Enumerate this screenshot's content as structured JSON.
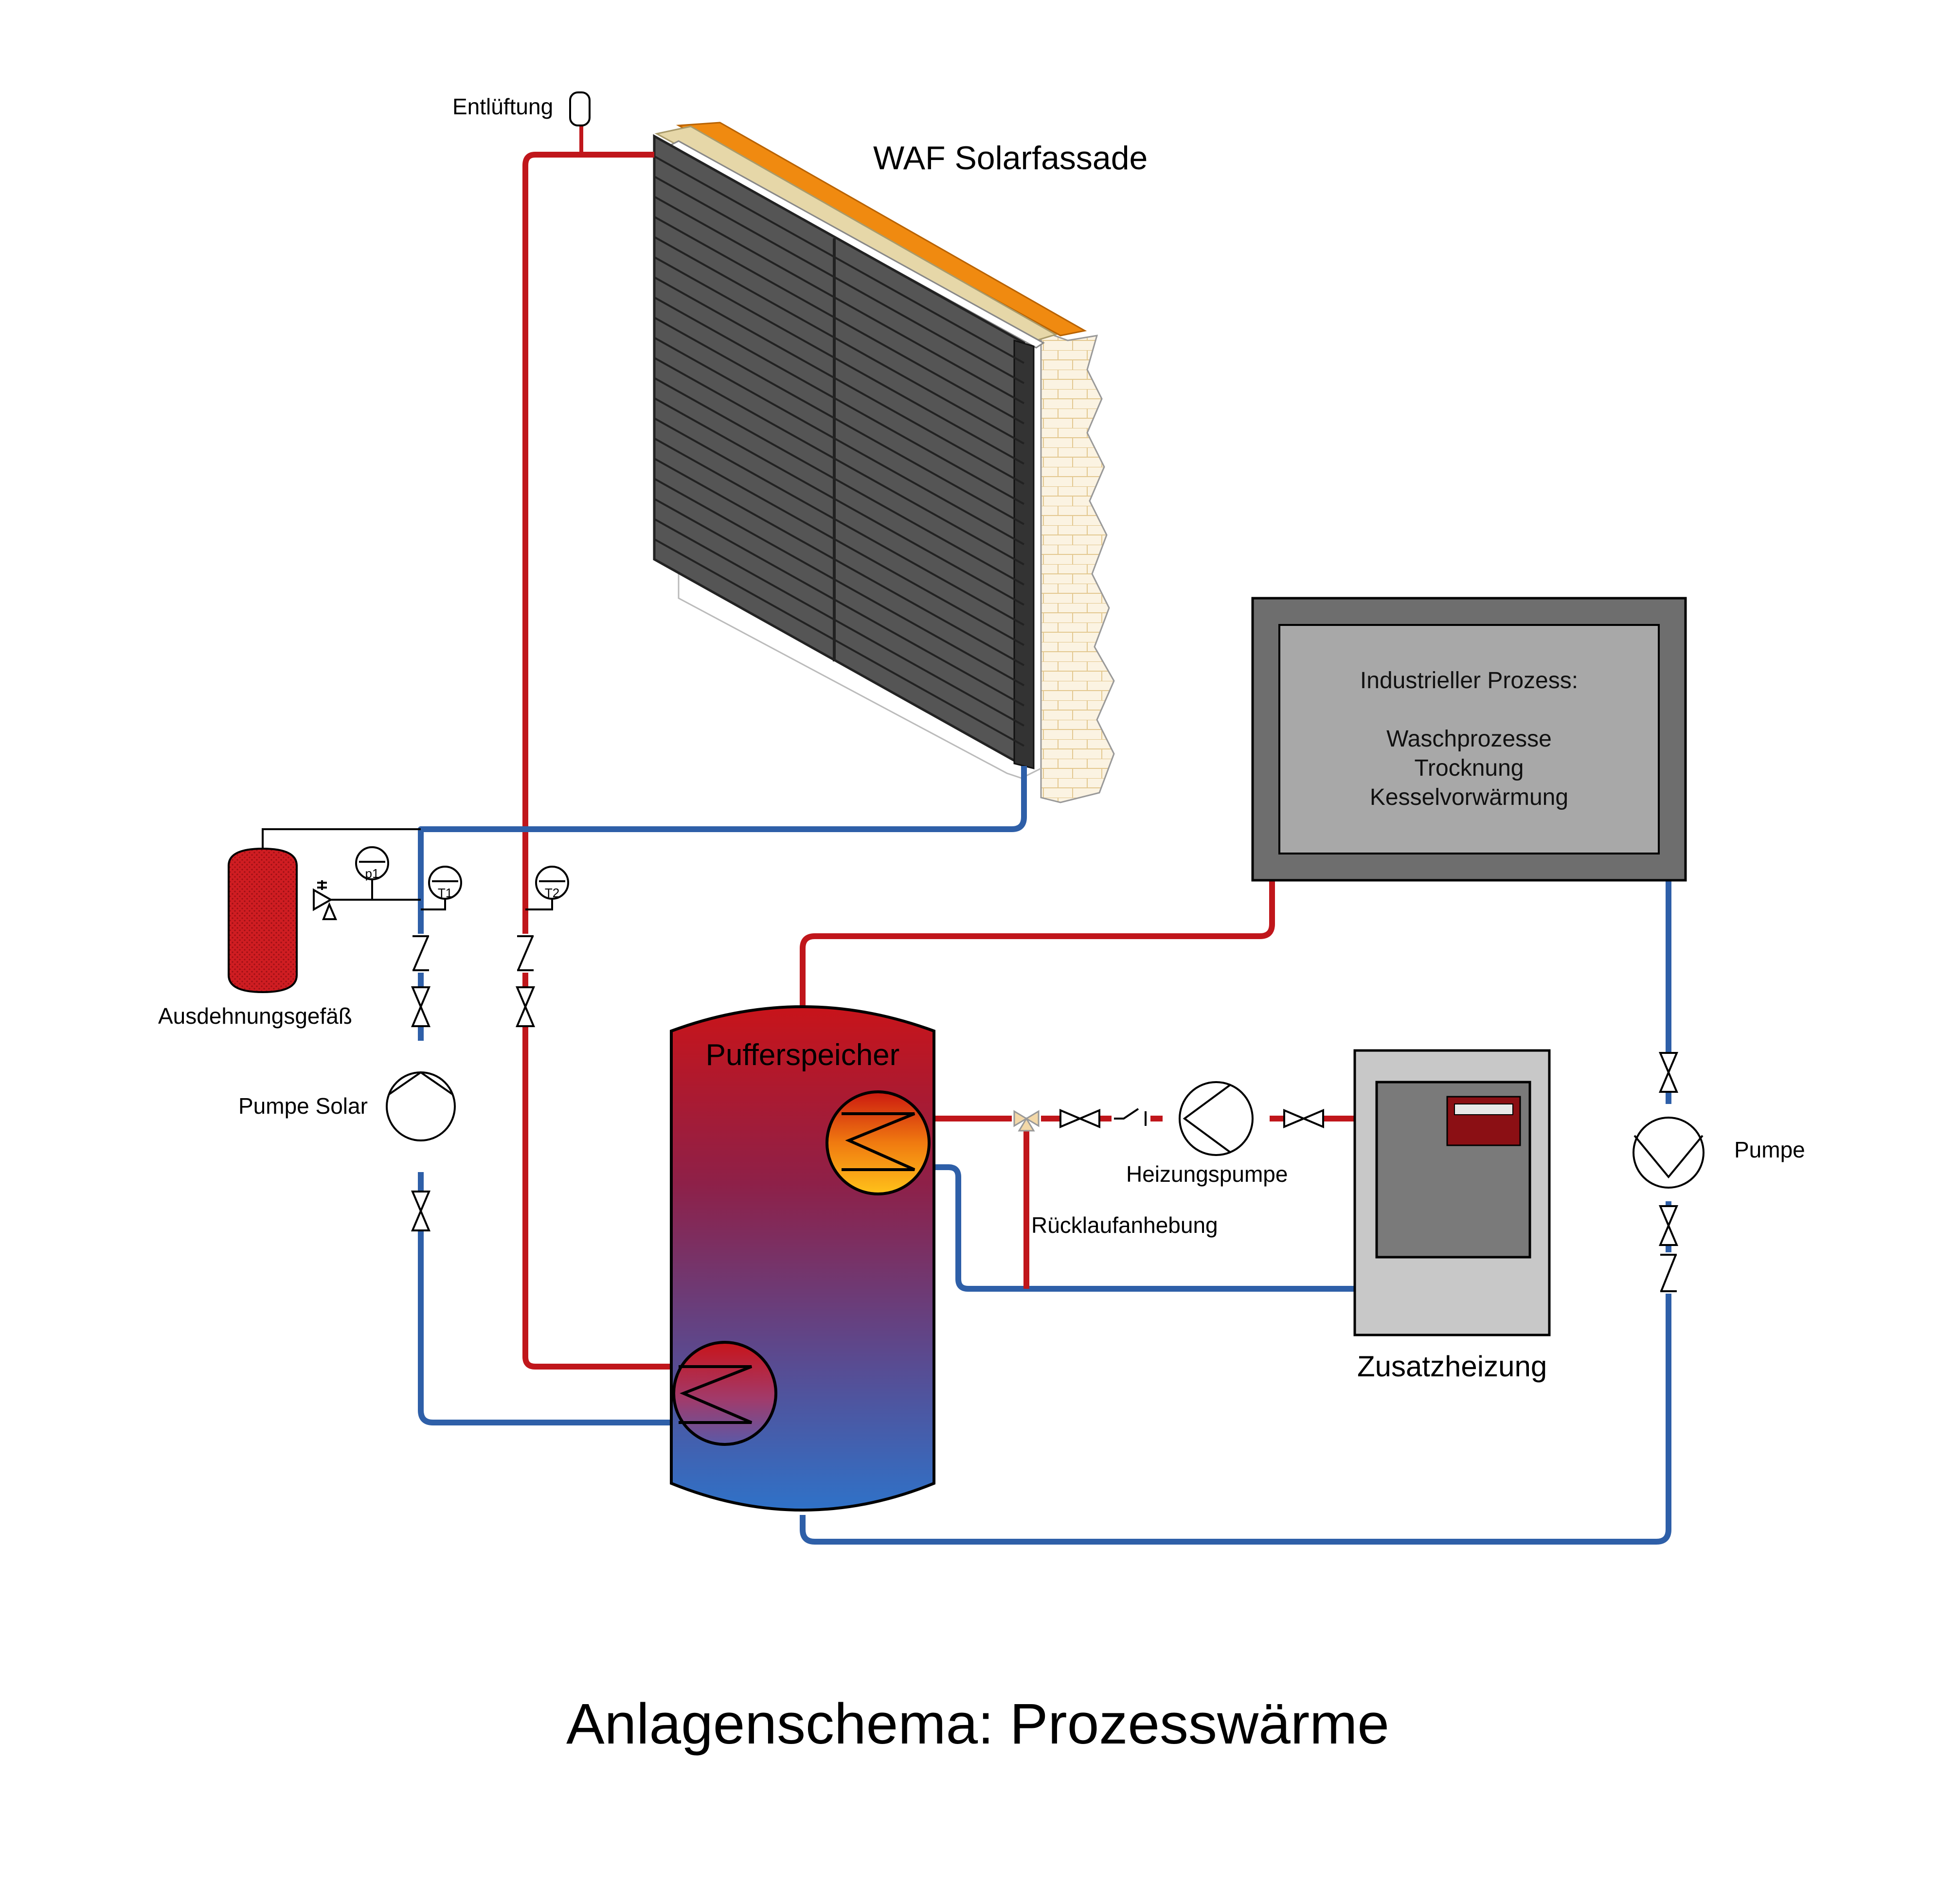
{
  "title": "Anlagenschema: Prozesswärme",
  "labels": {
    "collector": "WAF Solarfassade",
    "vent": "Entlüftung",
    "expansion_vessel": "Ausdehnungsgefäß",
    "solar_pump": "Pumpe Solar",
    "buffer": "Pufferspeicher",
    "heating_pump": "Heizungspumpe",
    "return_raise": "Rücklaufanhebung",
    "aux_heater": "Zusatzheizung",
    "pump": "Pumpe",
    "sensor_p1": "p1",
    "sensor_t1": "T1",
    "sensor_t2": "T2"
  },
  "process": {
    "heading": "Industrieller Prozess:",
    "items": [
      "Waschprozesse",
      "Trocknung",
      "Kesselvorwärmung"
    ]
  },
  "colors": {
    "hot_pipe": "#c0161b",
    "cold_pipe": "#2e5fa8",
    "collector_panel": "#555555",
    "insulation_orange": "#f08a10",
    "process_frame": "#6e6e6e",
    "process_inner": "#a8a8a8",
    "heater_body": "#c8c8c8",
    "heater_inner": "#7a7a7a",
    "display_red": "#8b0f14"
  }
}
